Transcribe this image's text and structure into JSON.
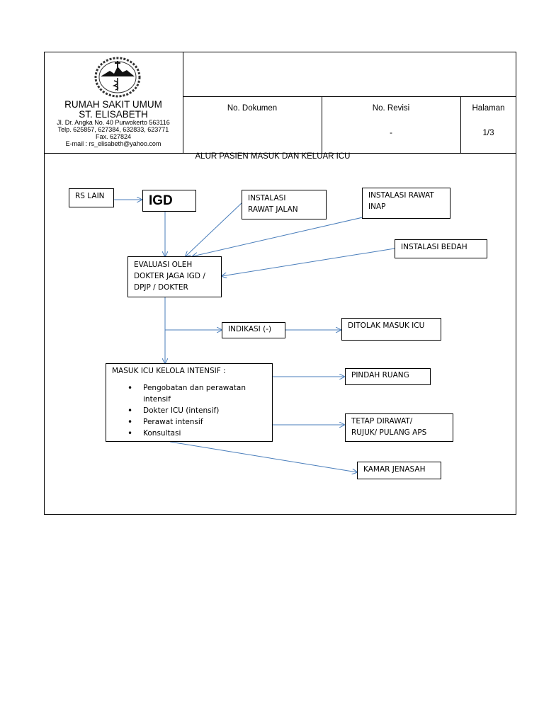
{
  "header": {
    "hospital_name_line1": "RUMAH SAKIT UMUM",
    "hospital_name_line2": "ST. ELISABETH",
    "address": "Jl. Dr. Angka No. 40 Purwokerto 563116",
    "phone": "Telp. 625857, 627384, 632833, 623771",
    "fax": "Fax. 627824",
    "email": "E-mail : rs_elisabeth@yahoo.com",
    "doc_no_label": "No. Dokumen",
    "doc_no_value": "",
    "revision_label": "No. Revisi",
    "revision_value": "-",
    "page_label": "Halaman",
    "page_value": "1/3"
  },
  "title": "ALUR PASIEN MASUK DAN KELUAR ICU",
  "flow": {
    "rs_lain": "RS LAIN",
    "igd": "IGD",
    "rawat_jalan_1": "INSTALASI",
    "rawat_jalan_2": "RAWAT JALAN",
    "rawat_inap_1": "INSTALASI RAWAT",
    "rawat_inap_2": "INAP",
    "bedah": "INSTALASI BEDAH",
    "evaluasi_1": "EVALUASI OLEH",
    "evaluasi_2": "DOKTER JAGA IGD /",
    "evaluasi_3": "DPJP / DOKTER",
    "indikasi": "INDIKASI (-)",
    "ditolak": "DITOLAK MASUK ICU",
    "icu_title": "MASUK ICU KELOLA INTENSIF :",
    "icu_items": [
      "Pengobatan dan perawatan intensif",
      "Dokter ICU (intensif)",
      "Perawat intensif",
      "Konsultasi"
    ],
    "pindah": "PINDAH RUANG",
    "tetap_1": "TETAP DIRAWAT/",
    "tetap_2": "RUJUK/ PULANG APS",
    "jenasah": "KAMAR JENASAH"
  },
  "colors": {
    "arrow": "#4a7ebb"
  },
  "icons": {
    "logo": "hospital-emblem-icon"
  }
}
